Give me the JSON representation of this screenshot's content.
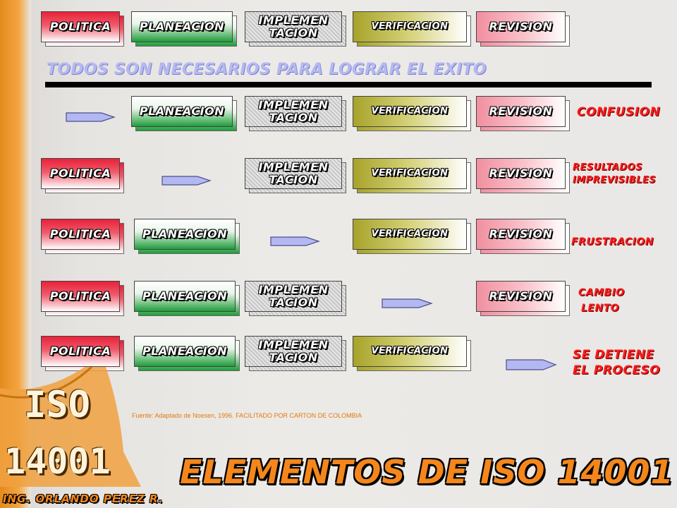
{
  "subtitle": "TODOS SON NECESARIOS PARA LOGRAR EL EXITO",
  "labels": {
    "politica": "POLITICA",
    "planeacion": "PLANEACION",
    "implementacion_1": "IMPLEMEN",
    "implementacion_2": "TACION",
    "verificacion": "VERIFICACION",
    "revision": "REVISION"
  },
  "outcomes": {
    "row2": "CONFUSION",
    "row3_1": "RESULTADOS",
    "row3_2": "IMPREVISIBLES",
    "row4": "FRUSTRACION",
    "row5_1": "CAMBIO",
    "row5_2": "LENTO",
    "row6_1": "SE DETIENE",
    "row6_2": "EL PROCESO"
  },
  "source": "Fuente: Adaptado de Noesen, 1996. FACILITADO POR CARTON DE COLOMBIA",
  "title": "ELEMENTOS DE ISO 14001",
  "logo": {
    "line1": "ISO",
    "line2": "14001"
  },
  "author": "ING. ORLANDO PEREZ R.",
  "colors": {
    "accent": "#f5861b",
    "outcome": "#ff1a1a",
    "politica": "#e8223b",
    "planeacion": "#1f9d3a",
    "verificacion": "#a7a32a",
    "revision": "#f18fa0"
  }
}
